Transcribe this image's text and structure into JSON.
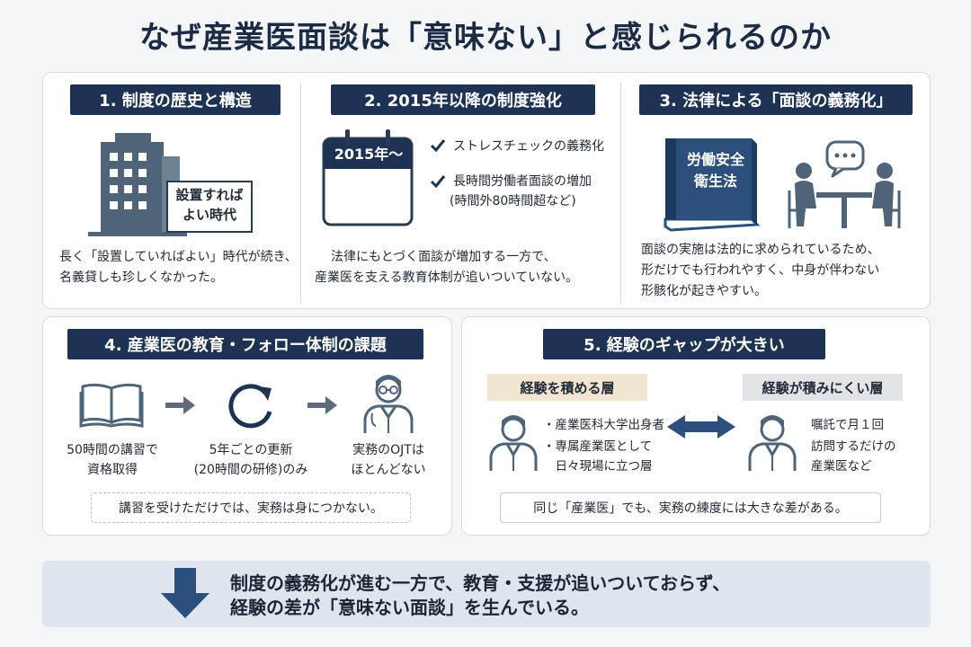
{
  "title": "なぜ産業医面談は「意味ない」と感じられるのか",
  "colors": {
    "navy": "#1e3354",
    "steel": "#4f6478",
    "tag_beige": "#f1e6d2",
    "tag_gray": "#e2e4e8",
    "footer_bg": "#dfe5ee",
    "page_bg": "#f4f5f7"
  },
  "panels": {
    "p1": {
      "heading": "1. 制度の歴史と構造",
      "building_label_lines": [
        "設置すれば",
        "よい時代"
      ],
      "icon": "office-building-icon",
      "desc_lines": [
        "長く「設置していればよい」時代が続き、",
        "名義貸しも珍しくなかった。"
      ]
    },
    "p2": {
      "heading": "2. 2015年以降の制度強化",
      "calendar_label": "2015年〜",
      "icon": "calendar-icon",
      "check_items": [
        {
          "line1": "ストレスチェックの義務化",
          "line2": ""
        },
        {
          "line1": "長時間労働者面談の増加",
          "line2": "(時間外80時間超など)"
        }
      ],
      "desc_lines": [
        "法律にもとづく面談が増加する一方で、",
        "産業医を支える教育体制が追いついていない。"
      ]
    },
    "p3": {
      "heading": "3. 法律による「面談の義務化」",
      "book_label_lines": [
        "労働安全",
        "衛生法"
      ],
      "icons": [
        "law-book-icon",
        "meeting-icon",
        "speech-bubble-icon"
      ],
      "desc_lines": [
        "面談の実施は法的に求められているため、",
        "形だけでも行われやすく、中身が伴わない",
        "形骸化が起きやすい。"
      ]
    },
    "p4": {
      "heading": "4. 産業医の教育・フォロー体制の課題",
      "steps": [
        {
          "icon": "open-book-icon",
          "lines": [
            "50時間の講習で",
            "資格取得"
          ]
        },
        {
          "icon": "refresh-icon",
          "lines": [
            "5年ごとの更新",
            "(20時間の研修)のみ"
          ]
        },
        {
          "icon": "doctor-icon",
          "lines": [
            "実務のOJTは",
            "ほとんどない"
          ]
        }
      ],
      "note": "講習を受けただけでは、実務は身につかない。"
    },
    "p5": {
      "heading": "5. 経験のギャップが大きい",
      "left_tag": "経験を積める層",
      "right_tag": "経験が積みにくい層",
      "left_bullets": [
        "・産業医科大学出身者",
        "・専属産業医として",
        "　日々現場に立つ層"
      ],
      "right_lines": [
        "嘱託で月１回",
        "訪問するだけの",
        "産業医など"
      ],
      "note": "同じ「産業医」でも、実務の練度には大きな差がある。"
    }
  },
  "footer": {
    "icon": "down-arrow-icon",
    "lines": [
      "制度の義務化が進む一方で、教育・支援が追いついておらず、",
      "経験の差が「意味ない面談」を生んでいる。"
    ]
  }
}
